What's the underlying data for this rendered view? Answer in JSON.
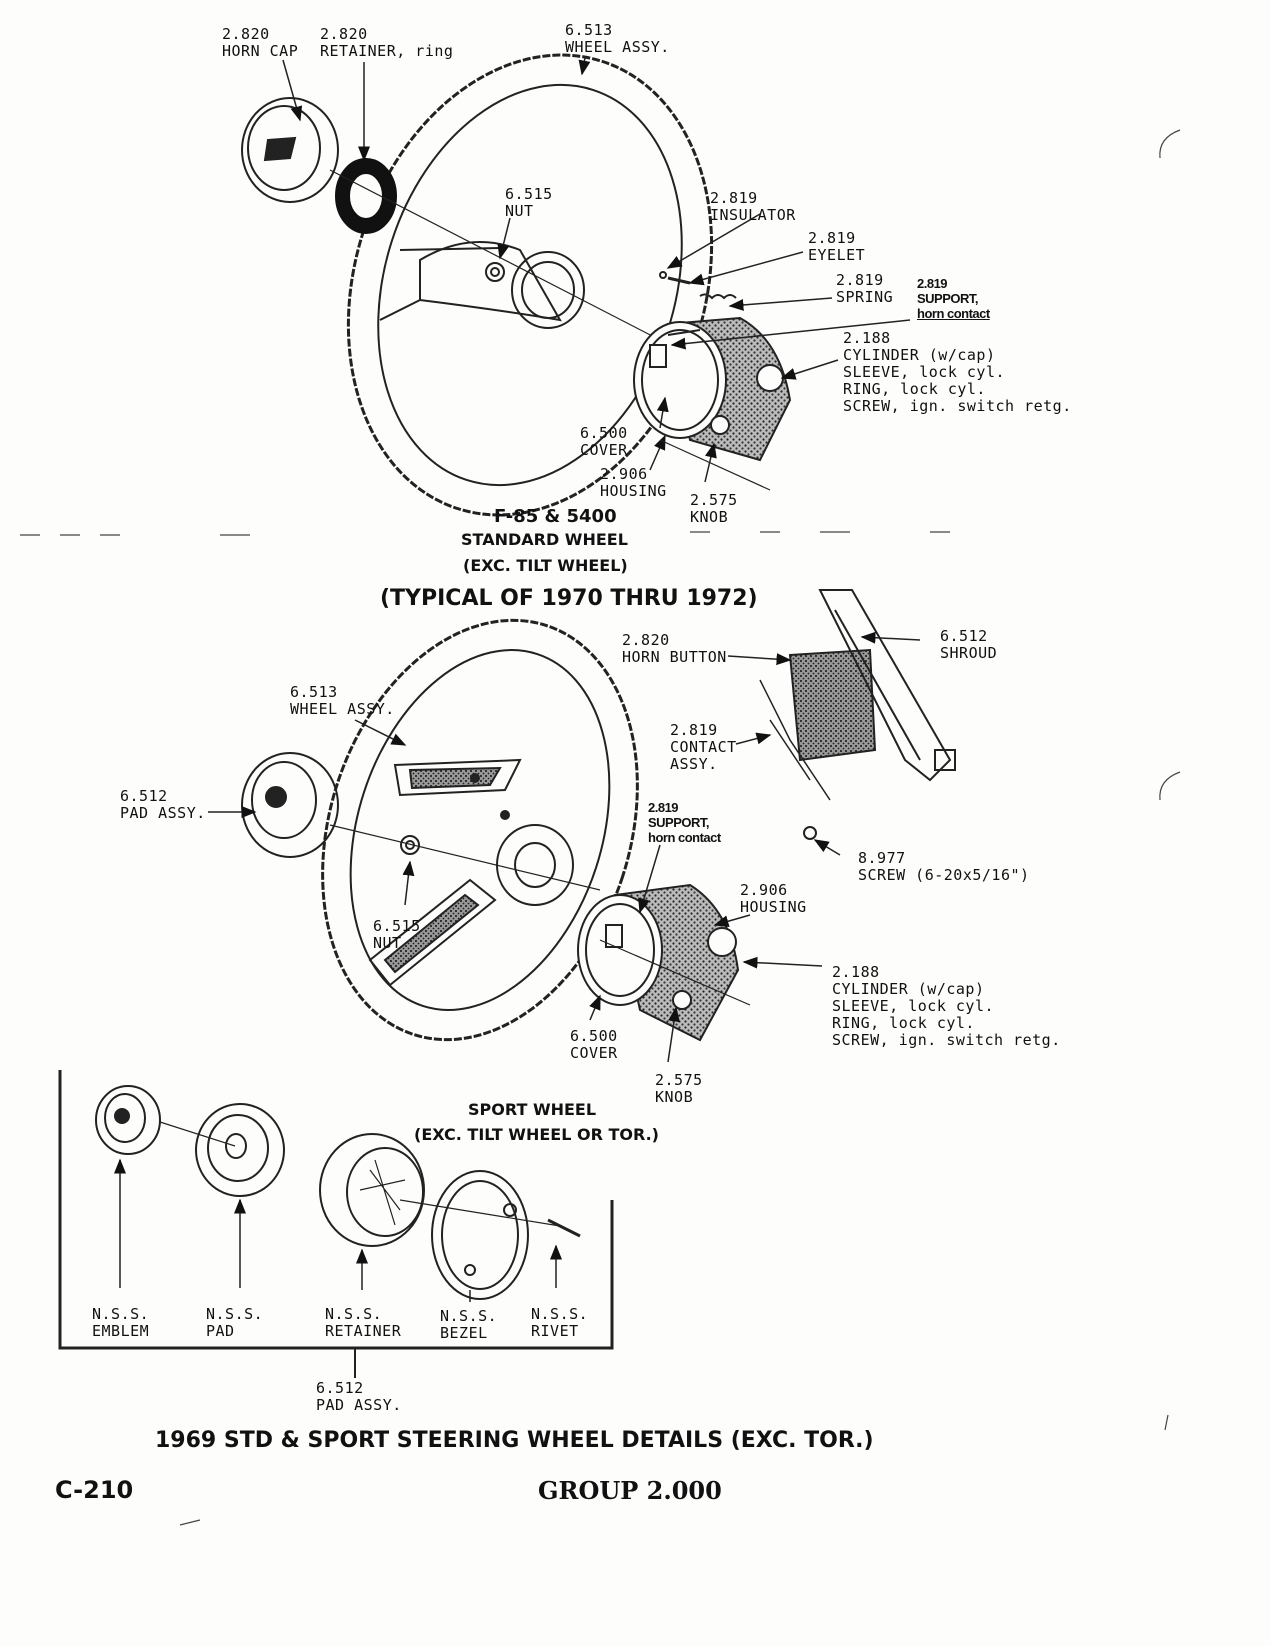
{
  "std_wheel": {
    "horn_cap": {
      "num": "2.820",
      "name": "HORN CAP"
    },
    "retainer": {
      "num": "2.820",
      "name": "RETAINER, ring"
    },
    "wheel_assy": {
      "num": "6.513",
      "name": "WHEEL ASSY."
    },
    "nut": {
      "num": "6.515",
      "name": "NUT"
    },
    "insulator": {
      "num": "2.819",
      "name": "INSULATOR"
    },
    "eyelet": {
      "num": "2.819",
      "name": "EYELET"
    },
    "spring": {
      "num": "2.819",
      "name": "SPRING"
    },
    "support": {
      "num": "2.819",
      "line1": "SUPPORT,",
      "line2": "horn contact"
    },
    "cylinder": {
      "num": "2.188",
      "line1": "CYLINDER (w/cap)",
      "line2": "SLEEVE, lock cyl.",
      "line3": "RING, lock cyl.",
      "line4": "SCREW, ign. switch retg."
    },
    "cover": {
      "num": "6.500",
      "name": "COVER"
    },
    "housing": {
      "num": "2.906",
      "name": "HOUSING"
    },
    "knob": {
      "num": "2.575",
      "name": "KNOB"
    },
    "title1": "F-85 & 5400",
    "title2": "STANDARD WHEEL",
    "title3": "(EXC. TILT WHEEL)"
  },
  "typical_title": "(TYPICAL OF 1970 THRU 1972)",
  "sport_wheel": {
    "horn_button": {
      "num": "2.820",
      "name": "HORN BUTTON"
    },
    "shroud": {
      "num": "6.512",
      "name": "SHROUD"
    },
    "wheel_assy": {
      "num": "6.513",
      "name": "WHEEL ASSY."
    },
    "contact": {
      "num": "2.819",
      "line1": "CONTACT",
      "line2": "ASSY."
    },
    "pad_assy": {
      "num": "6.512",
      "name": "PAD ASSY."
    },
    "support": {
      "num": "2.819",
      "line1": "SUPPORT,",
      "line2": "horn contact"
    },
    "screw": {
      "num": "8.977",
      "name": "SCREW (6-20x5/16\")"
    },
    "housing": {
      "num": "2.906",
      "name": "HOUSING"
    },
    "nut": {
      "num": "6.515",
      "name": "NUT"
    },
    "cylinder": {
      "num": "2.188",
      "line1": "CYLINDER (w/cap)",
      "line2": "SLEEVE, lock cyl.",
      "line3": "RING, lock cyl.",
      "line4": "SCREW, ign. switch retg."
    },
    "cover": {
      "num": "6.500",
      "name": "COVER"
    },
    "knob": {
      "num": "2.575",
      "name": "KNOB"
    },
    "title1": "SPORT WHEEL",
    "title2": "(EXC. TILT WHEEL OR TOR.)"
  },
  "pad_1969": {
    "emblem": {
      "num": "N.S.S.",
      "name": "EMBLEM"
    },
    "pad": {
      "num": "N.S.S.",
      "name": "PAD"
    },
    "retainer": {
      "num": "N.S.S.",
      "name": "RETAINER"
    },
    "bezel": {
      "num": "N.S.S.",
      "name": "BEZEL"
    },
    "rivet": {
      "num": "N.S.S.",
      "name": "RIVET"
    },
    "pad_assy": {
      "num": "6.512",
      "name": "PAD ASSY."
    }
  },
  "main_title": "1969 STD & SPORT STEERING WHEEL DETAILS (EXC. TOR.)",
  "footer": {
    "page": "C-210",
    "group": "GROUP 2.000"
  }
}
